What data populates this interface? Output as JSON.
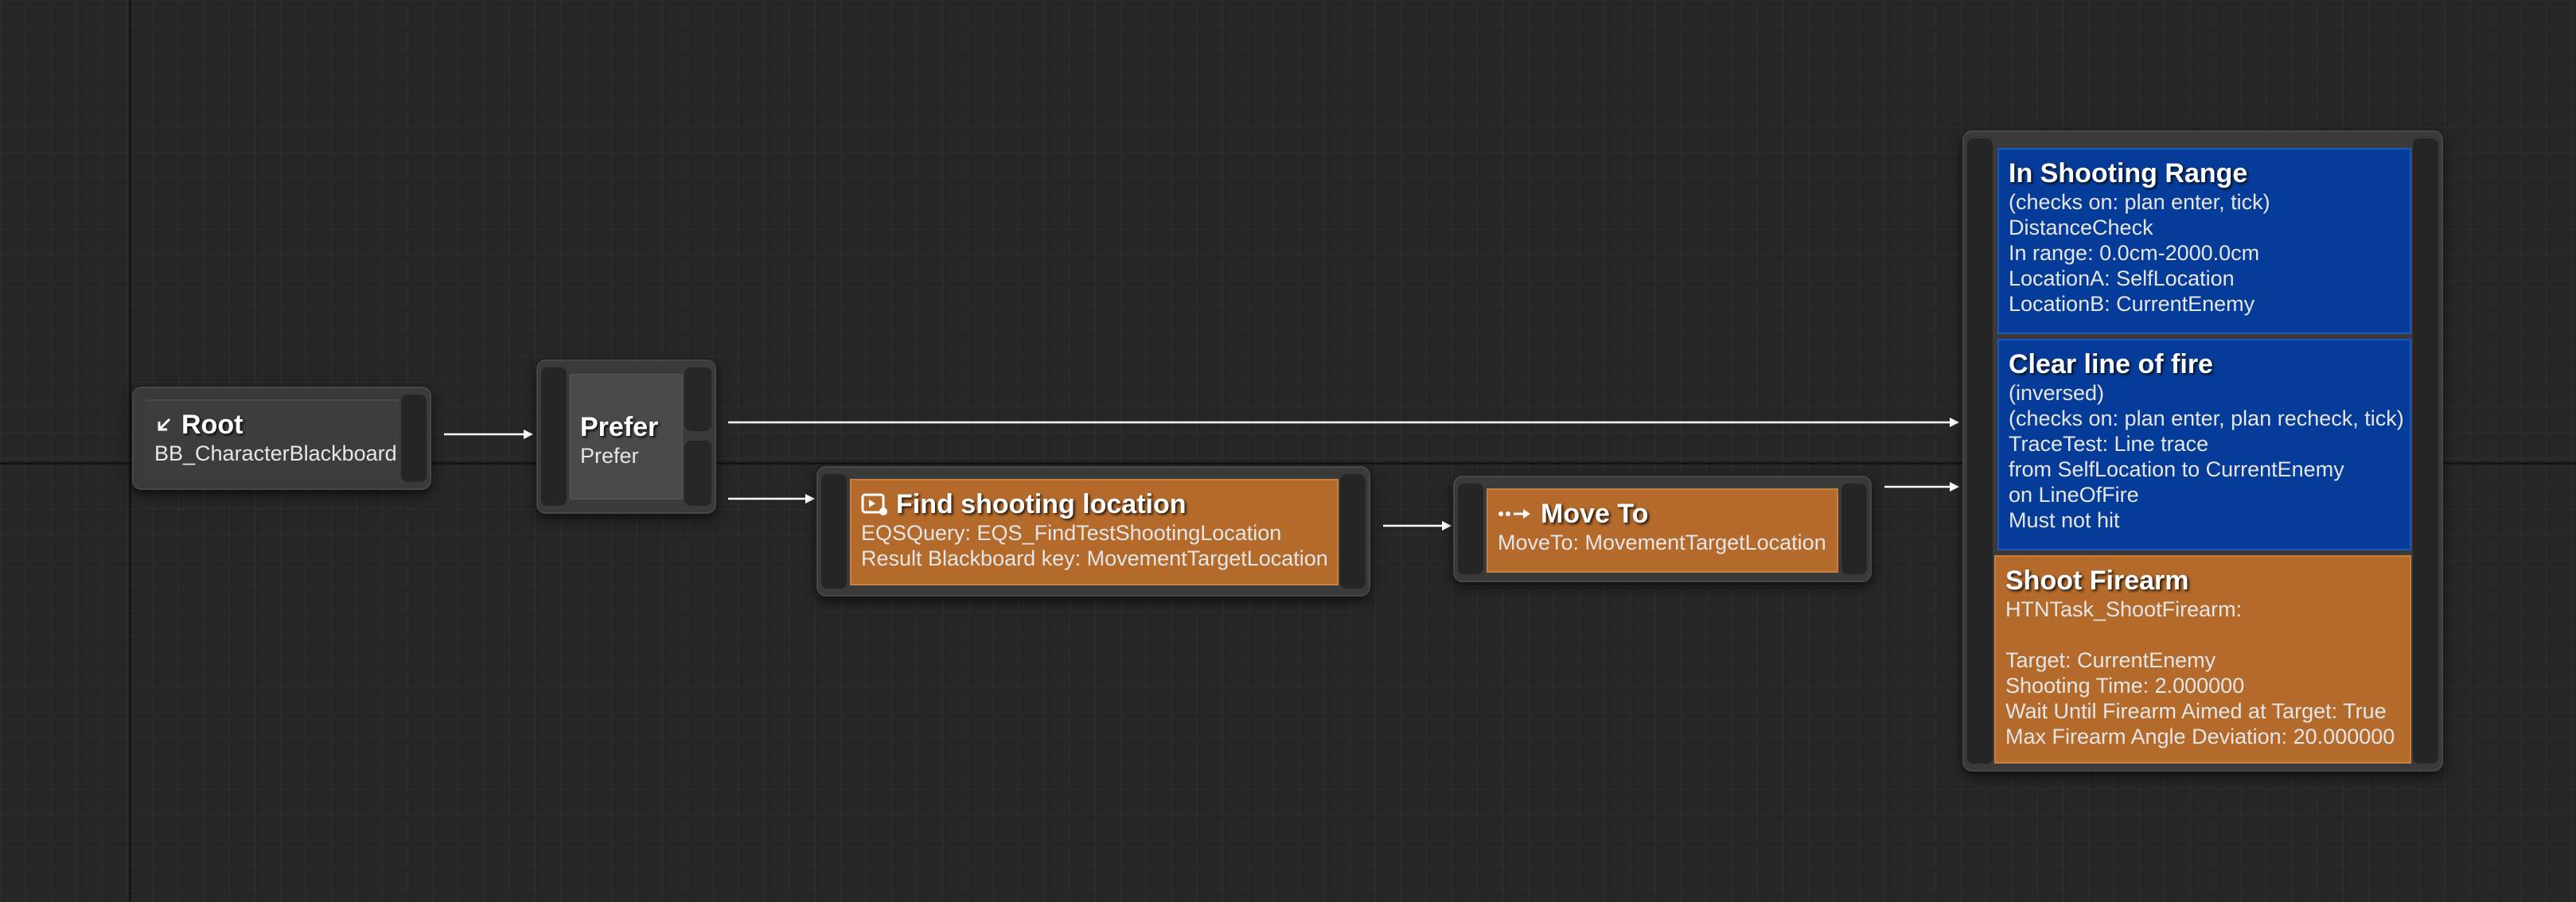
{
  "nodes": {
    "root": {
      "title": "Root",
      "subtitle": "BB_CharacterBlackboard",
      "icon": "root-arrow-icon"
    },
    "prefer": {
      "title": "Prefer",
      "subtitle": "Prefer"
    },
    "find_shooting_location": {
      "title": "Find shooting location",
      "icon": "eqs-query-icon",
      "lines": [
        "EQSQuery: EQS_FindTestShootingLocation",
        "Result Blackboard key: MovementTargetLocation"
      ]
    },
    "move_to": {
      "title": "Move To",
      "icon": "move-to-icon",
      "lines": [
        "MoveTo: MovementTargetLocation"
      ]
    },
    "final_group": {
      "in_shooting_range": {
        "title": "In Shooting Range",
        "lines": [
          "(checks on: plan enter, tick)",
          "DistanceCheck",
          "In range: 0.0cm-2000.0cm",
          "LocationA: SelfLocation",
          "LocationB: CurrentEnemy"
        ]
      },
      "clear_line_of_fire": {
        "title": "Clear line of fire",
        "lines": [
          "(inversed)",
          "(checks on: plan enter, plan recheck, tick)",
          "TraceTest: Line trace",
          "from SelfLocation to CurrentEnemy",
          "on LineOfFire",
          "Must not hit"
        ]
      },
      "shoot_firearm": {
        "title": "Shoot Firearm",
        "lines": [
          "HTNTask_ShootFirearm:",
          "",
          "Target: CurrentEnemy",
          "Shooting Time: 2.000000",
          "Wait Until Firearm Aimed at Target: True",
          "Max Firearm Angle Deviation: 20.000000"
        ]
      }
    }
  },
  "colors": {
    "background": "#262626",
    "task_orange": "#b46a2b",
    "decorator_blue": "#063c99",
    "composite_gray": "#4a4a4a",
    "wire": "#ffffff"
  }
}
